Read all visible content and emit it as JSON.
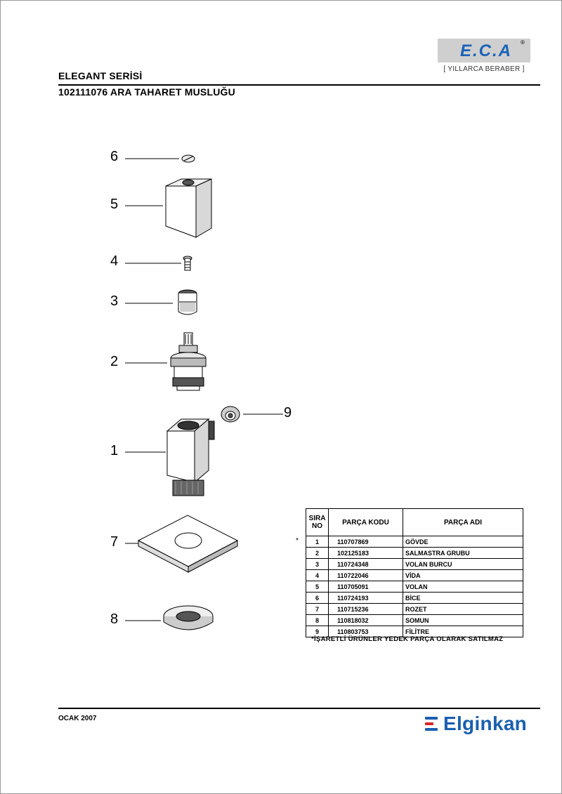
{
  "header": {
    "series": "ELEGANT SERİSİ",
    "product": "102111076 ARA TAHARET MUSLUĞU"
  },
  "brand": {
    "eca_logo": "E.C.A",
    "eca_registered": "®",
    "slogan": "[ YILLARCA BERABER ]",
    "elginkan": "Elginkan",
    "colors": {
      "eca_blue": "#1a63b8",
      "elginkan_blue": "#1a5fb0",
      "elginkan_red": "#d9252a"
    }
  },
  "diagram": {
    "labels": [
      "6",
      "5",
      "4",
      "3",
      "2",
      "1",
      "9",
      "7",
      "8"
    ]
  },
  "table": {
    "headers": {
      "no_line1": "SIRA",
      "no_line2": "NO",
      "code": "PARÇA KODU",
      "name": "PARÇA ADI"
    },
    "marker": "*",
    "rows": [
      {
        "no": "1",
        "code": "110707869",
        "name": "GÖVDE"
      },
      {
        "no": "2",
        "code": "102125183",
        "name": "SALMASTRA GRUBU"
      },
      {
        "no": "3",
        "code": "110724348",
        "name": "VOLAN BURCU"
      },
      {
        "no": "4",
        "code": "110722046",
        "name": "VİDA"
      },
      {
        "no": "5",
        "code": "110705091",
        "name": "VOLAN"
      },
      {
        "no": "6",
        "code": "110724193",
        "name": "BİCE"
      },
      {
        "no": "7",
        "code": "110715236",
        "name": "ROZET"
      },
      {
        "no": "8",
        "code": "110818032",
        "name": "SOMUN"
      },
      {
        "no": "9",
        "code": "110803753",
        "name": "FİLİTRE"
      }
    ],
    "note": "*İŞARETLİ ÜRÜNLER YEDEK PARÇA OLARAK SATILMAZ"
  },
  "footer": {
    "date": "OCAK 2007"
  }
}
